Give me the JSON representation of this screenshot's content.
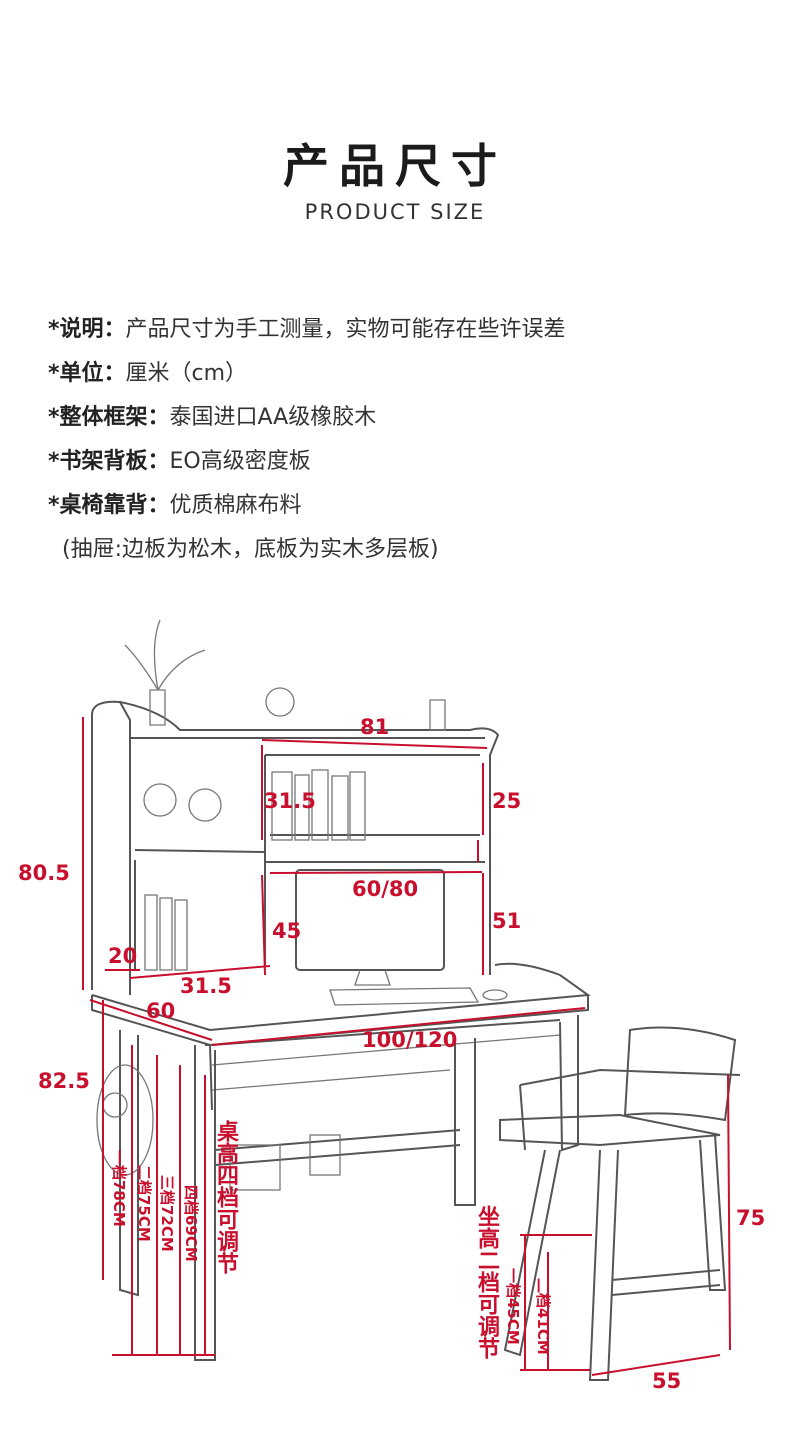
{
  "header": {
    "title": "产品尺寸",
    "subtitle": "PRODUCT SIZE"
  },
  "notes": [
    {
      "key": "*说明：",
      "value": "产品尺寸为手工测量，实物可能存在些许误差"
    },
    {
      "key": "*单位：",
      "value": "厘米（cm）"
    },
    {
      "key": "*整体框架：",
      "value": "泰国进口AA级橡胶木"
    },
    {
      "key": "*书架背板：",
      "value": "EO高级密度板"
    },
    {
      "key": "*桌椅靠背：",
      "value": "优质棉麻布料"
    }
  ],
  "note_paren": "(抽屉:边板为松木，底板为实木多层板)",
  "dimensions": {
    "hutch_width": "81",
    "shelf_height": "31.5",
    "shelf_height_right": "25",
    "total_hutch_height": "80.5",
    "desk_opening": "60/80",
    "left_compartment_height": "45",
    "right_compartment_height": "51",
    "left_depth": "20",
    "left_width": "31.5",
    "desk_depth": "60",
    "desk_width": "100/120",
    "desk_height": "82.5",
    "chair_height": "75",
    "chair_depth": "55"
  },
  "desk_levels": [
    "一档78CM",
    "二档75CM",
    "三档72CM",
    "四档69CM"
  ],
  "desk_levels_title": "桌高四档可调节",
  "seat_levels": [
    "一档45CM",
    "二档41CM"
  ],
  "seat_levels_title": "坐高二档可调节",
  "colors": {
    "dimension": "#c8102e",
    "sketch": "#555555"
  }
}
